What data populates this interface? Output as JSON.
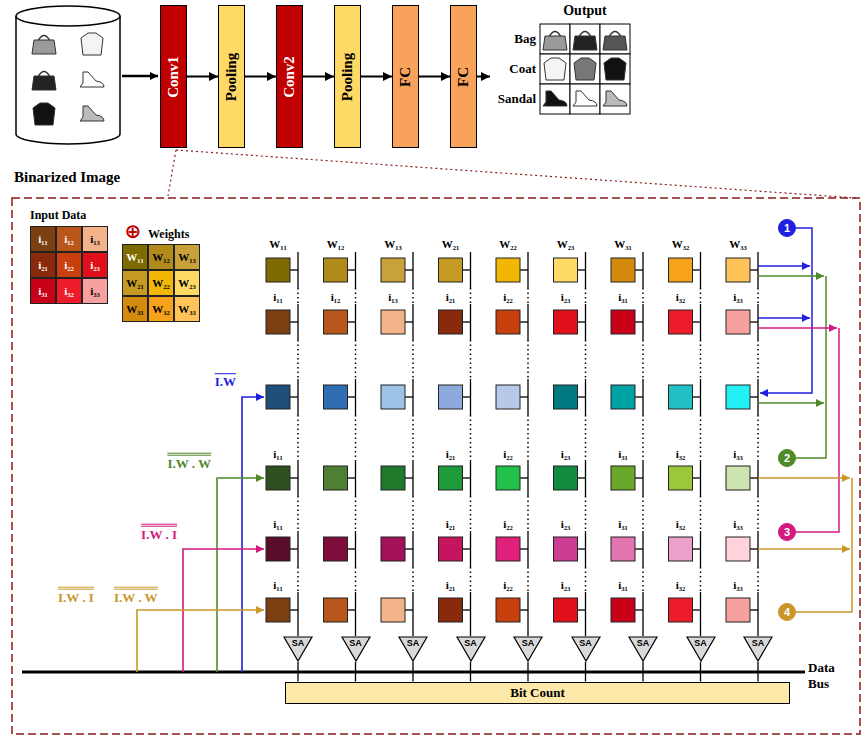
{
  "diagram": {
    "nodes": [
      {
        "text": [
          "Conv1"
        ]
      },
      {
        "text": [
          "Pooling"
        ]
      },
      {
        "text": [
          "Conv2"
        ]
      },
      {
        "text": [
          "Pooling"
        ]
      },
      {
        "text": [
          "FC"
        ]
      },
      {
        "text": [
          "FC"
        ]
      },
      {
        "text": [
          "Output",
          "Bag",
          "Coat",
          "Sandal"
        ]
      },
      {
        "text": [
          "i₁₁"
        ]
      },
      {
        "text": [
          "i₁₂"
        ]
      },
      {
        "text": [
          "i₁₃"
        ]
      },
      {
        "text": [
          "i₂₁"
        ]
      },
      {
        "text": [
          "i₂₂"
        ]
      },
      {
        "text": [
          "i₂₃"
        ]
      },
      {
        "text": [
          "i₃₁"
        ]
      },
      {
        "text": [
          "i₃₂"
        ]
      },
      {
        "text": [
          "i₃₃"
        ]
      },
      {
        "text": [
          "W₁₁"
        ]
      },
      {
        "text": [
          "W₁₂"
        ]
      },
      {
        "text": [
          "W₁₃"
        ]
      },
      {
        "text": [
          "W₂₁"
        ]
      },
      {
        "text": [
          "W₂₂"
        ]
      },
      {
        "text": [
          "W₂₃"
        ]
      },
      {
        "text": [
          "W₃₁"
        ]
      },
      {
        "text": [
          "W₃₂"
        ]
      },
      {
        "text": [
          "W₃₃"
        ]
      },
      {
        "text": [
          "1"
        ]
      },
      {
        "text": [
          "2"
        ]
      },
      {
        "text": [
          "3"
        ]
      },
      {
        "text": [
          "4"
        ]
      },
      {
        "text": [
          "SA"
        ]
      },
      {
        "text": [
          "SA"
        ]
      },
      {
        "text": [
          "SA"
        ]
      },
      {
        "text": [
          "SA"
        ]
      },
      {
        "text": [
          "SA"
        ]
      },
      {
        "text": [
          "SA"
        ]
      },
      {
        "text": [
          "SA"
        ]
      },
      {
        "text": [
          "SA"
        ]
      },
      {
        "text": [
          "SA"
        ]
      },
      {
        "text": [
          "Bit Count"
        ]
      }
    ],
    "edges": [
      {
        "from": 0,
        "to": 1,
        "arrow": "to"
      },
      {
        "from": 1,
        "to": 2,
        "arrow": "to"
      },
      {
        "from": 2,
        "to": 3,
        "arrow": "to"
      },
      {
        "from": 3,
        "to": 4,
        "arrow": "to"
      },
      {
        "from": 4,
        "to": 5,
        "arrow": "to"
      },
      {
        "from": 5,
        "to": 6,
        "arrow": "to"
      },
      {
        "from": 29,
        "to": 38,
        "arrow": "none"
      },
      {
        "from": 30,
        "to": 38,
        "arrow": "none"
      },
      {
        "from": 31,
        "to": 38,
        "arrow": "none"
      },
      {
        "from": 32,
        "to": 38,
        "arrow": "none"
      },
      {
        "from": 33,
        "to": 38,
        "arrow": "none"
      },
      {
        "from": 34,
        "to": 38,
        "arrow": "none"
      },
      {
        "from": 35,
        "to": 38,
        "arrow": "none"
      },
      {
        "from": 36,
        "to": 38,
        "arrow": "none"
      },
      {
        "from": 37,
        "to": 38,
        "arrow": "none"
      }
    ],
    "labels": [
      "Binarized Image",
      "Input Data",
      "⊕",
      "Weights",
      "W₁₁",
      "W₁₂",
      "W₁₃",
      "W₂₁",
      "W₂₂",
      "W₂₃",
      "W₃₁",
      "W₃₂",
      "W₃₃",
      "i₁₁",
      "i₁₂",
      "i₁₃",
      "i₂₁",
      "i₂₂",
      "i₂₃",
      "i₃₁",
      "i₃₂",
      "i₃₃",
      "i₁₁",
      "i₂₁",
      "i₂₂",
      "i₂₃",
      "i₃₁",
      "i₃₂",
      "i₃₃",
      "i₁₁",
      "i₂₁",
      "i₂₂",
      "i₂₃",
      "i₃₁",
      "i₃₂",
      "i₃₃",
      "i₁₁",
      "i₂₁",
      "i₂₂",
      "i₂₃",
      "i₃₁",
      "i₃₂",
      "i₃₃",
      "I.W",
      "I.W . W",
      "I.W . I",
      "I.W . I",
      "I.W . W",
      "Data Bus"
    ]
  }
}
